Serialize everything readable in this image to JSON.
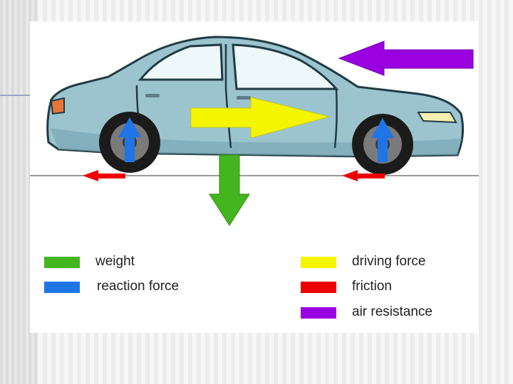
{
  "colors": {
    "weight": "#44b51e",
    "reaction_force": "#1f74e8",
    "driving_force": "#f5f500",
    "friction": "#ee0000",
    "air_resistance": "#9a00e0",
    "car_body": "#9cc4cf",
    "ground_line": "#9a9a9a"
  },
  "legend": {
    "weight": "weight",
    "reaction_force": "reaction force",
    "driving_force": "driving force",
    "friction": "friction",
    "air_resistance": "air resistance"
  }
}
